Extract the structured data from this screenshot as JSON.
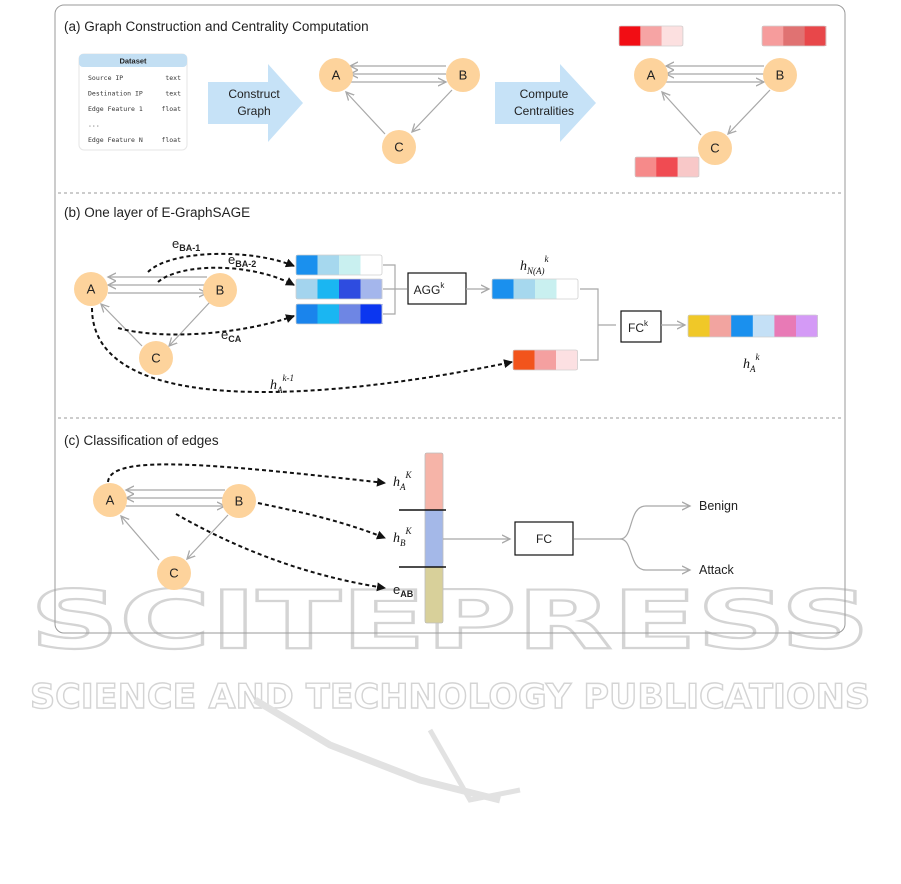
{
  "sections": {
    "a_title": "(a) Graph Construction and Centrality Computation",
    "b_title": "(b) One layer of E-GraphSAGE",
    "c_title": "(c) Classification of edges"
  },
  "nodes": {
    "a": "A",
    "b": "B",
    "c": "C"
  },
  "dataset": {
    "title": "Dataset",
    "rows": [
      {
        "field": "Source IP",
        "type": "text"
      },
      {
        "field": "Destination IP",
        "type": "text"
      },
      {
        "field": "Edge Feature 1",
        "type": "float"
      },
      {
        "field": "...",
        "type": ""
      },
      {
        "field": "Edge Feature N",
        "type": "float"
      }
    ]
  },
  "arrows": {
    "construct_l1": "Construct",
    "construct_l2": "Graph",
    "compute_l1": "Compute",
    "compute_l2": "Centralities"
  },
  "layer": {
    "agg": "AGG",
    "agg_sup": "k",
    "fc": "FC",
    "fc_sup": "k",
    "e_ba1_base": "e",
    "e_ba1_sub": "BA-1",
    "e_ba2_base": "e",
    "e_ba2_sub": "BA-2",
    "e_ca_base": "e",
    "e_ca_sub": "CA",
    "h_na_base": "h",
    "h_na_sub": "N(A)",
    "h_na_sup": "k",
    "h_prev_base": "h",
    "h_prev_sub": "A",
    "h_prev_sup": "k-1",
    "h_out_base": "h",
    "h_out_sub": "A",
    "h_out_sup": "k"
  },
  "classify": {
    "ha_base": "h",
    "ha_sub": "A",
    "ha_sup": "K",
    "hb_base": "h",
    "hb_sub": "B",
    "hb_sup": "K",
    "eab_base": "e",
    "eab_sub": "AB",
    "fc": "FC",
    "benign": "Benign",
    "attack": "Attack"
  },
  "colors": {
    "node_fill": "#fdd39c",
    "arrow_fill": "#c6e2f7",
    "edge_stroke": "#a8a8a8",
    "panel_border": "#9a9a9a",
    "centrality_a": [
      "#f20d14",
      "#f6a4a4",
      "#fce0e0"
    ],
    "centrality_b": [
      "#f69c9c",
      "#e07272",
      "#e8474a"
    ],
    "centrality_c": [
      "#f68a8a",
      "#f04b52",
      "#f8c8c8"
    ],
    "emb_ba1": [
      "#1a90ee",
      "#a6d8ee",
      "#c9f0f0",
      "#ffffff"
    ],
    "emb_ba2": [
      "#a3d4ee",
      "#1ab6f2",
      "#2e4ce0",
      "#a4b6ec"
    ],
    "emb_ca": [
      "#1a84ec",
      "#1ab6f2",
      "#6e86e4",
      "#0b36f0"
    ],
    "emb_hna": [
      "#1a90ee",
      "#a6d8ee",
      "#c9f0f0",
      "#ffffff"
    ],
    "emb_prev": [
      "#f2541c",
      "#f4a0a0",
      "#fce0e2"
    ],
    "emb_out": [
      "#f0c828",
      "#f2a4a0",
      "#1a90ee",
      "#c4e0f6",
      "#e87ab6",
      "#d49af6"
    ],
    "stack": [
      "#f6b4a8",
      "#a4b8e8",
      "#d8d09a"
    ]
  },
  "watermark": {
    "line1": "SCITEPRESS",
    "line2": "SCIENCE AND TECHNOLOGY PUBLICATIONS"
  }
}
